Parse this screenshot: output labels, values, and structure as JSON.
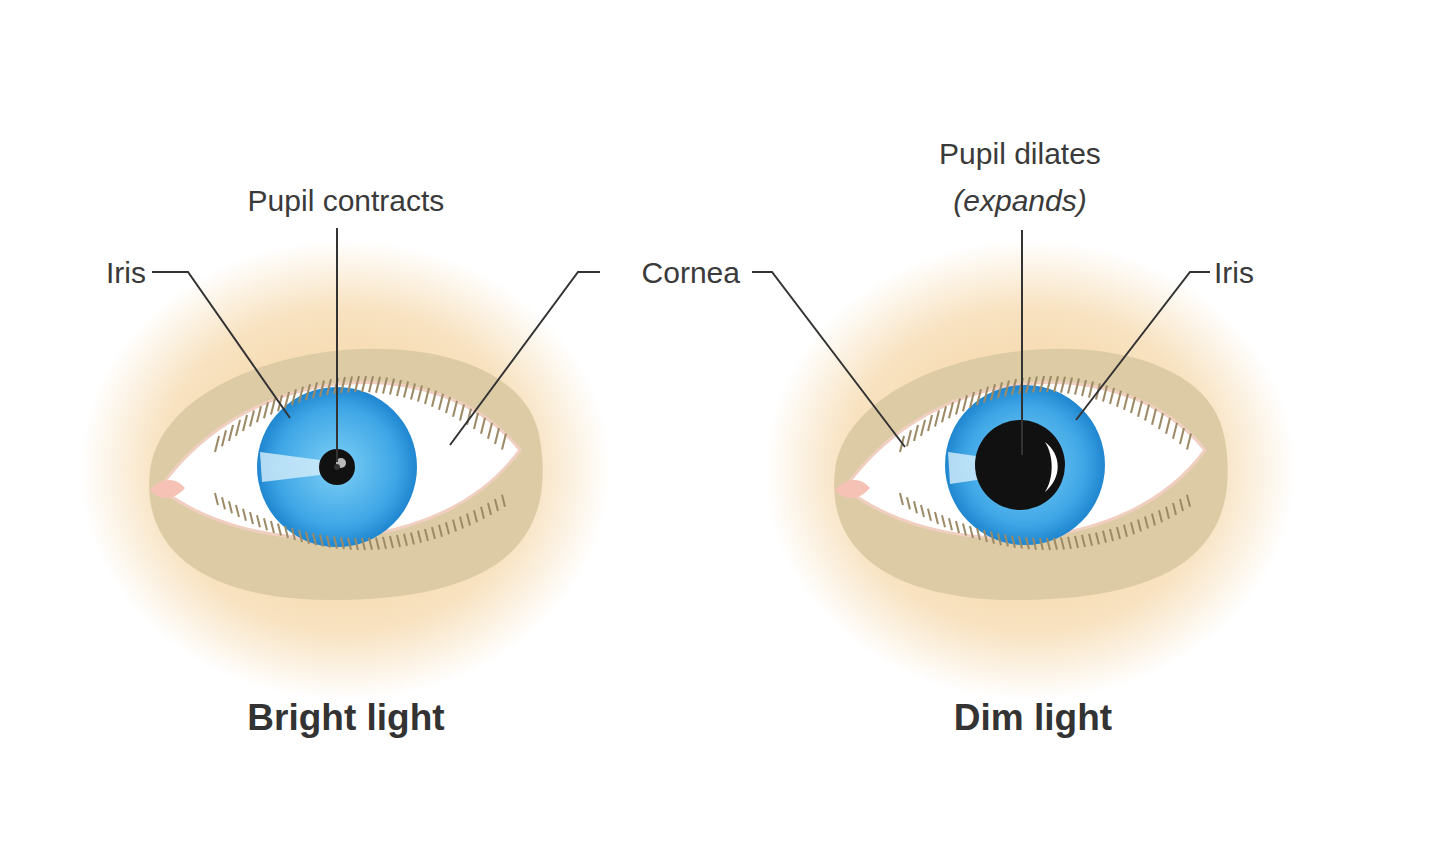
{
  "diagram": {
    "labels": [
      "Iris",
      "Pupil contracts",
      "Cornea",
      "Pupil dilates",
      "(expands)",
      "Iris",
      "Bright light",
      "Dim light"
    ]
  }
}
